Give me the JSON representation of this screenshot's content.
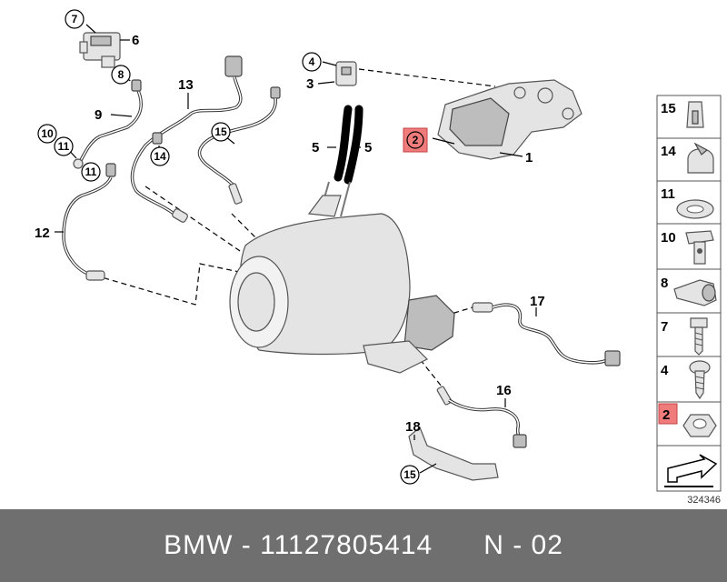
{
  "diagram": {
    "callouts": {
      "p7": "7",
      "p6": "6",
      "p8": "8",
      "p9": "9",
      "p10": "10",
      "p11a": "11",
      "p11b": "11",
      "p12": "12",
      "p13": "13",
      "p14": "14",
      "p15a": "15",
      "p4": "4",
      "p3": "3",
      "p5a": "5",
      "p5b": "5",
      "p2": "2",
      "p1": "1",
      "p17": "17",
      "p16": "16",
      "p18": "18",
      "p15b": "15"
    },
    "legend": [
      {
        "num": "15",
        "icon": "clip-icon",
        "highlighted": false
      },
      {
        "num": "14",
        "icon": "hose-clamp-icon",
        "highlighted": false
      },
      {
        "num": "11",
        "icon": "washer-icon",
        "highlighted": false
      },
      {
        "num": "10",
        "icon": "banjo-bolt-icon",
        "highlighted": false
      },
      {
        "num": "8",
        "icon": "clamp-icon",
        "highlighted": false
      },
      {
        "num": "7",
        "icon": "bolt-icon",
        "highlighted": false
      },
      {
        "num": "4",
        "icon": "screw-icon",
        "highlighted": false
      },
      {
        "num": "2",
        "icon": "hex-nut-icon",
        "highlighted": true
      },
      {
        "num": "",
        "icon": "arrow-symbol-icon",
        "highlighted": false
      }
    ],
    "image_number": "324346",
    "highlight_color": "#f07b7b"
  },
  "footer": {
    "brand": "BMW",
    "separator": "-",
    "part_number": "11127805414",
    "position": "N - 02"
  }
}
